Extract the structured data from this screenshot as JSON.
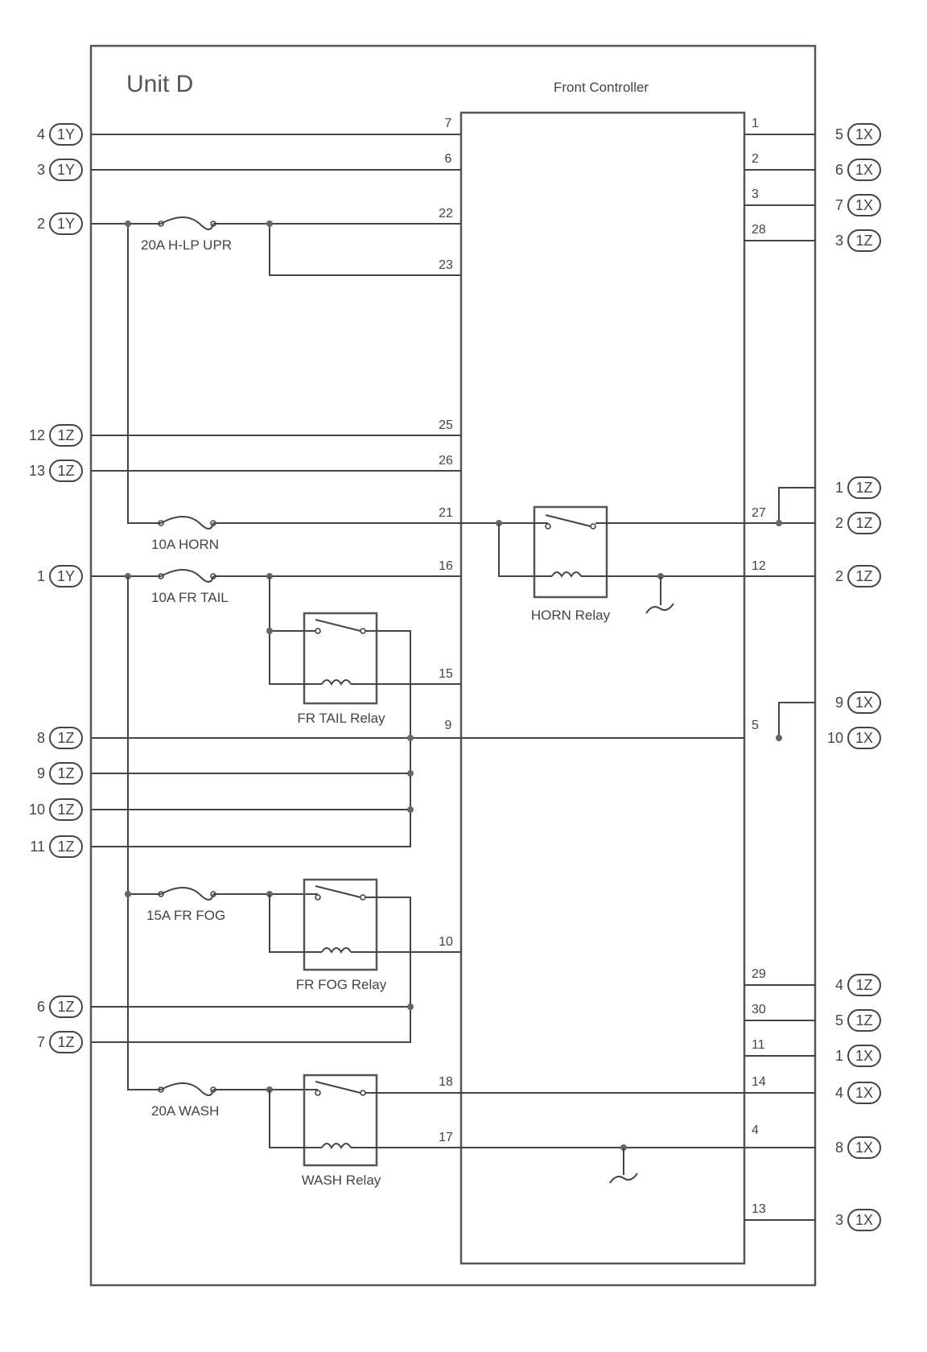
{
  "unit_title": "Unit D",
  "controller_label": "Front Controller",
  "left_connectors": [
    {
      "num": "4",
      "conn": "1Y"
    },
    {
      "num": "3",
      "conn": "1Y"
    },
    {
      "num": "2",
      "conn": "1Y"
    },
    {
      "num": "12",
      "conn": "1Z"
    },
    {
      "num": "13",
      "conn": "1Z"
    },
    {
      "num": "1",
      "conn": "1Y"
    },
    {
      "num": "8",
      "conn": "1Z"
    },
    {
      "num": "9",
      "conn": "1Z"
    },
    {
      "num": "10",
      "conn": "1Z"
    },
    {
      "num": "11",
      "conn": "1Z"
    },
    {
      "num": "6",
      "conn": "1Z"
    },
    {
      "num": "7",
      "conn": "1Z"
    }
  ],
  "right_connectors": [
    {
      "num": "5",
      "conn": "1X"
    },
    {
      "num": "6",
      "conn": "1X"
    },
    {
      "num": "7",
      "conn": "1X"
    },
    {
      "num": "3",
      "conn": "1Z"
    },
    {
      "num": "1",
      "conn": "1Z"
    },
    {
      "num": "2",
      "conn": "1Z"
    },
    {
      "num": "2",
      "conn": "1Z"
    },
    {
      "num": "9",
      "conn": "1X"
    },
    {
      "num": "10",
      "conn": "1X"
    },
    {
      "num": "4",
      "conn": "1Z"
    },
    {
      "num": "5",
      "conn": "1Z"
    },
    {
      "num": "1",
      "conn": "1X"
    },
    {
      "num": "4",
      "conn": "1X"
    },
    {
      "num": "8",
      "conn": "1X"
    },
    {
      "num": "3",
      "conn": "1X"
    }
  ],
  "left_pins": [
    "7",
    "6",
    "22",
    "23",
    "25",
    "26",
    "21",
    "16",
    "15",
    "9",
    "10",
    "18",
    "17"
  ],
  "right_pins": [
    "1",
    "2",
    "3",
    "28",
    "27",
    "12",
    "5",
    "29",
    "30",
    "11",
    "14",
    "4",
    "13"
  ],
  "fuses": [
    "20A H-LP UPR",
    "10A HORN",
    "10A FR TAIL",
    "15A FR FOG",
    "20A WASH"
  ],
  "relays": [
    "HORN Relay",
    "FR TAIL Relay",
    "FR FOG Relay",
    "WASH Relay"
  ]
}
